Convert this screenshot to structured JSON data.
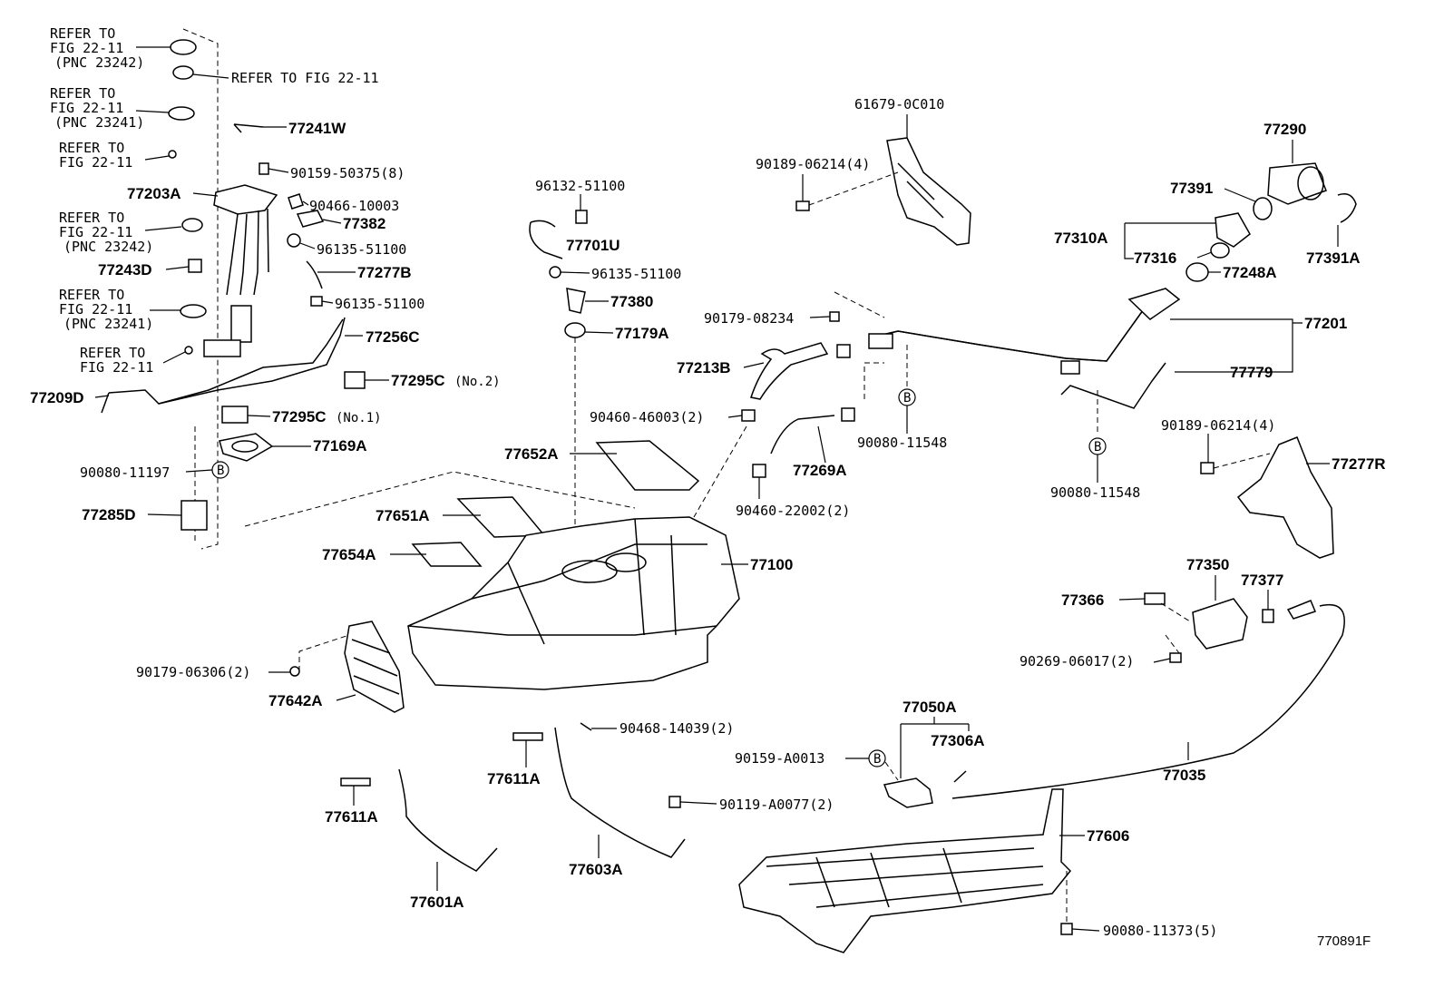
{
  "diagram": {
    "code": "770891F",
    "labels": {
      "refer_1": "REFER TO",
      "refer_1b": "FIG 22-11",
      "refer_1c": "(PNC 23242)",
      "refer_2": "REFER TO FIG 22-11",
      "refer_3": "REFER TO",
      "refer_3b": "FIG 22-11",
      "refer_3c": "(PNC 23241)",
      "refer_4": "REFER TO",
      "refer_4b": "FIG 22-11",
      "refer_5": "REFER TO",
      "refer_5b": "FIG 22-11",
      "refer_5c": "(PNC 23242)",
      "refer_6": "REFER TO",
      "refer_6b": "FIG 22-11",
      "refer_6c": "(PNC 23241)",
      "refer_7": "REFER TO",
      "refer_7b": "FIG 22-11",
      "p77241W": "77241W",
      "p90159_50375": "90159-50375(8)",
      "p77203A": "77203A",
      "p90466_10003": "90466-10003",
      "p77382": "77382",
      "p96135_51100_a": "96135-51100",
      "p77243D": "77243D",
      "p77277B": "77277B",
      "p96135_51100_b": "96135-51100",
      "p77256C": "77256C",
      "p77295C_no2": "77295C",
      "no2": "(No.2)",
      "p77209D": "77209D",
      "p77295C_no1": "77295C",
      "no1": "(No.1)",
      "p77169A": "77169A",
      "p90080_11197": "90080-11197",
      "p77285D": "77285D",
      "p96132_51100": "96132-51100",
      "p77701U": "77701U",
      "p96135_51100_c": "96135-51100",
      "p77380": "77380",
      "p77179A": "77179A",
      "p61679_0C010": "61679-0C010",
      "p90189_06214_a": "90189-06214(4)",
      "p90179_08234": "90179-08234",
      "p77213B": "77213B",
      "p90460_46003": "90460-46003(2)",
      "p77652A": "77652A",
      "p77269A": "77269A",
      "p90080_11548_a": "90080-11548",
      "p90460_22002": "90460-22002(2)",
      "p77651A": "77651A",
      "p77654A": "77654A",
      "p77100": "77100",
      "p90179_06306": "90179-06306(2)",
      "p77642A": "77642A",
      "p77290": "77290",
      "p77391": "77391",
      "p77310A": "77310A",
      "p77316": "77316",
      "p77391A": "77391A",
      "p77248A": "77248A",
      "p77201": "77201",
      "p77779": "77779",
      "p90189_06214_b": "90189-06214(4)",
      "p77277R": "77277R",
      "p90080_11548_b": "90080-11548",
      "p77350": "77350",
      "p77377": "77377",
      "p77366": "77366",
      "p90269_06017": "90269-06017(2)",
      "p77050A": "77050A",
      "p77306A": "77306A",
      "p90159_A0013": "90159-A0013",
      "p77035": "77035",
      "p90468_14039": "90468-14039(2)",
      "p77611A_a": "77611A",
      "p77611A_b": "77611A",
      "p90119_A0077": "90119-A0077(2)",
      "p77606": "77606",
      "p77601A": "77601A",
      "p77603A": "77603A",
      "p90080_11373": "90080-11373(5)",
      "b": "B"
    }
  }
}
